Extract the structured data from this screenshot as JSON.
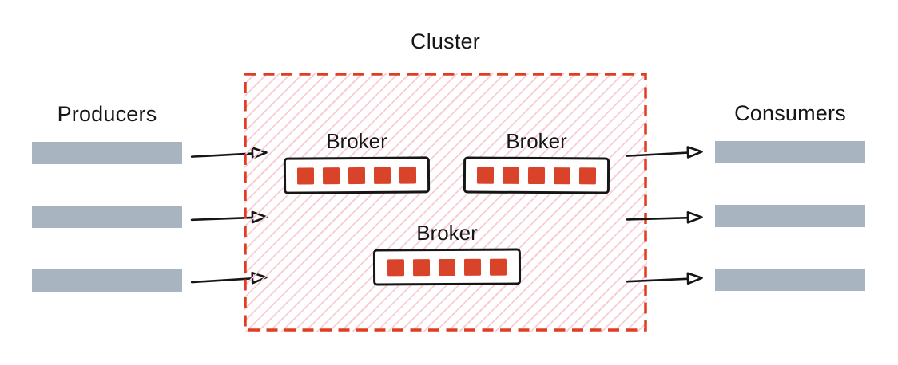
{
  "producers": {
    "label": "Producers",
    "count": 3
  },
  "consumers": {
    "label": "Consumers",
    "count": 3
  },
  "cluster": {
    "label": "Cluster",
    "brokers": [
      {
        "label": "Broker",
        "partitions": 5
      },
      {
        "label": "Broker",
        "partitions": 5
      },
      {
        "label": "Broker",
        "partitions": 5
      }
    ]
  },
  "colors": {
    "ink": "#161616",
    "bar_gray": "#a9b4c1",
    "cluster_border": "#e03d22",
    "hatch_pink": "#f9cdd5",
    "partition_red": "#d8432a"
  }
}
